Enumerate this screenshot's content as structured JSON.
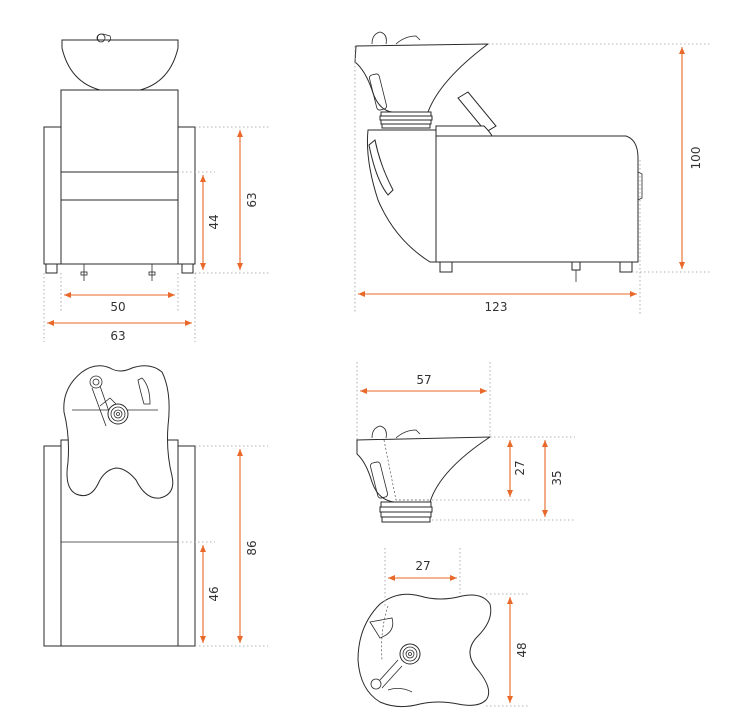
{
  "accent_color": "#e8692a",
  "views": {
    "front": {
      "height_total": "63",
      "height_seat": "44",
      "width_inner": "50",
      "width_outer": "63"
    },
    "side": {
      "height_total": "100",
      "length_total": "123"
    },
    "top": {
      "length_total": "86",
      "length_seat": "46"
    },
    "basin_side": {
      "width": "57",
      "height_inner": "27",
      "height_total": "35"
    },
    "basin_top": {
      "width": "27",
      "depth": "48"
    }
  }
}
